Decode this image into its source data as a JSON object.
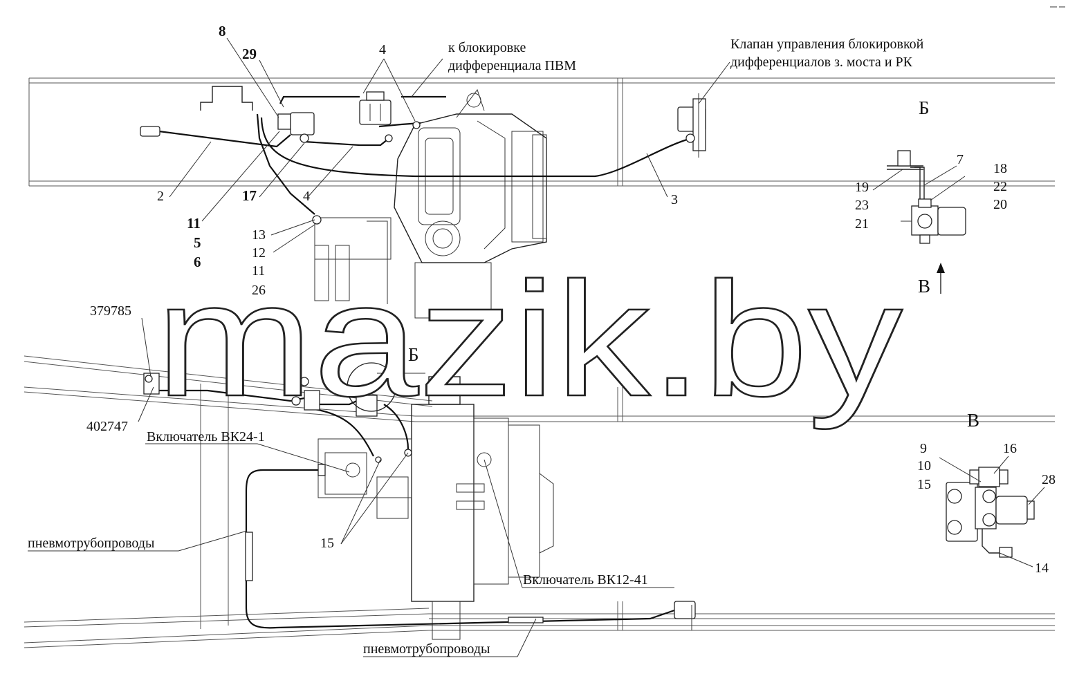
{
  "labels": {
    "n8": "8",
    "n29": "29",
    "n4_top": "4",
    "pvm_line1": "к блокировке",
    "pvm_line2": "дифференциала ПВМ",
    "valve_line1": "Клапан управления блокировкой",
    "valve_line2": "дифференциалов з. моста и РК",
    "n2": "2",
    "n17": "17",
    "n4_mid": "4",
    "n3": "3",
    "n11a": "11",
    "n5": "5",
    "n6": "6",
    "n13": "13",
    "n12": "12",
    "n11b": "11",
    "n26": "26",
    "n379785": "379785",
    "n402747": "402747",
    "vk24": "Включатель ВК24-1",
    "b_callout": "Б",
    "pneumo1": "пневмотрубопроводы",
    "n15_bottom": "15",
    "vk12": "Включатель ВК12-41",
    "pneumo2": "пневмотрубопроводы"
  },
  "view_b": {
    "title": "Б",
    "n19": "19",
    "n23": "23",
    "n21": "21",
    "n7": "7",
    "n18": "18",
    "n22": "22",
    "n20": "20",
    "arrow_label": "В"
  },
  "view_v": {
    "title": "В",
    "n9": "9",
    "n10": "10",
    "n15": "15",
    "n16": "16",
    "n28": "28",
    "n14": "14"
  },
  "watermark": "mazik.by"
}
